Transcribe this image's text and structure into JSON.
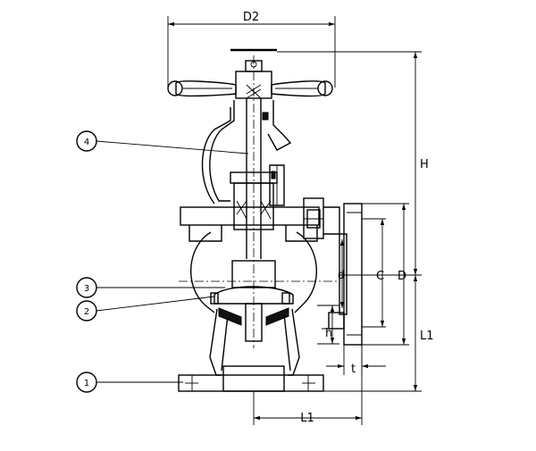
{
  "dimensions": {
    "d2": "D2",
    "h": "H",
    "d": "d",
    "c": "C",
    "d_outer": "D",
    "l1_vertical": "L1",
    "h_small": "h",
    "t": "t",
    "l1_horizontal": "L1"
  },
  "callouts": [
    {
      "number": "4"
    },
    {
      "number": "3"
    },
    {
      "number": "2"
    },
    {
      "number": "1"
    }
  ]
}
